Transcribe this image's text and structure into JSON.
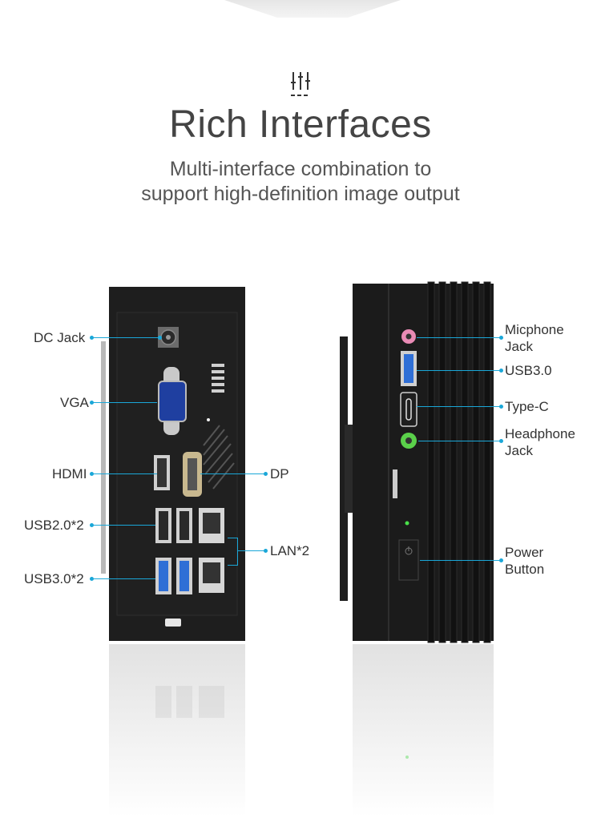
{
  "header": {
    "icon": "sliders-icon",
    "title": "Rich Interfaces",
    "subtitle_line1": "Multi-interface combination to",
    "subtitle_line2": "support high-definition image output"
  },
  "rear_labels": {
    "dc_jack": "DC Jack",
    "vga": "VGA",
    "hdmi": "HDMI",
    "dp": "DP",
    "usb20": "USB2.0*2",
    "lan": "LAN*2",
    "usb30": "USB3.0*2"
  },
  "front_labels": {
    "mic_line1": "Micphone",
    "mic_line2": "Jack",
    "usb30": "USB3.0",
    "typec": "Type-C",
    "headphone_line1": "Headphone",
    "headphone_line2": "Jack",
    "power_line1": "Power",
    "power_line2": "Button"
  },
  "colors": {
    "accent_line": "#1aa7d8",
    "device_body": "#1c1c1c",
    "usb3_blue": "#2f6fd6",
    "mic_pink": "#e98bb5",
    "audio_green": "#5ad04a"
  }
}
